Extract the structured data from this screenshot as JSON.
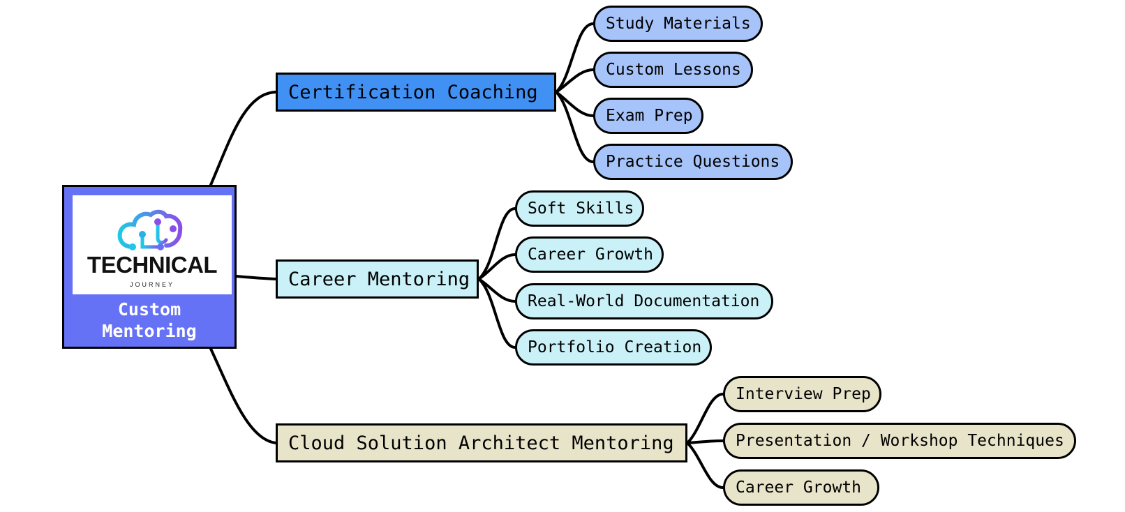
{
  "root": {
    "logo": {
      "wordmark": "TECHNICAL",
      "subtitle": "JOURNEY",
      "icon": "cloud-circuit-icon"
    },
    "label": "Custom\nMentoring",
    "color": "#6672f5"
  },
  "branches": [
    {
      "label": "Certification Coaching",
      "color": "#4191f5",
      "leaf_color": "#a7c4fa",
      "leaves": [
        "Study Materials",
        "Custom Lessons",
        "Exam Prep",
        "Practice Questions"
      ]
    },
    {
      "label": "Career Mentoring",
      "color": "#c9f1f7",
      "leaf_color": "#c9f1f7",
      "leaves": [
        "Soft Skills",
        "Career Growth",
        "Real-World Documentation",
        "Portfolio Creation"
      ]
    },
    {
      "label": "Cloud Solution Architect Mentoring",
      "color": "#e8e4c9",
      "leaf_color": "#e8e4c9",
      "leaves": [
        "Interview Prep",
        "Presentation / Workshop Techniques",
        "Career Growth"
      ]
    }
  ]
}
